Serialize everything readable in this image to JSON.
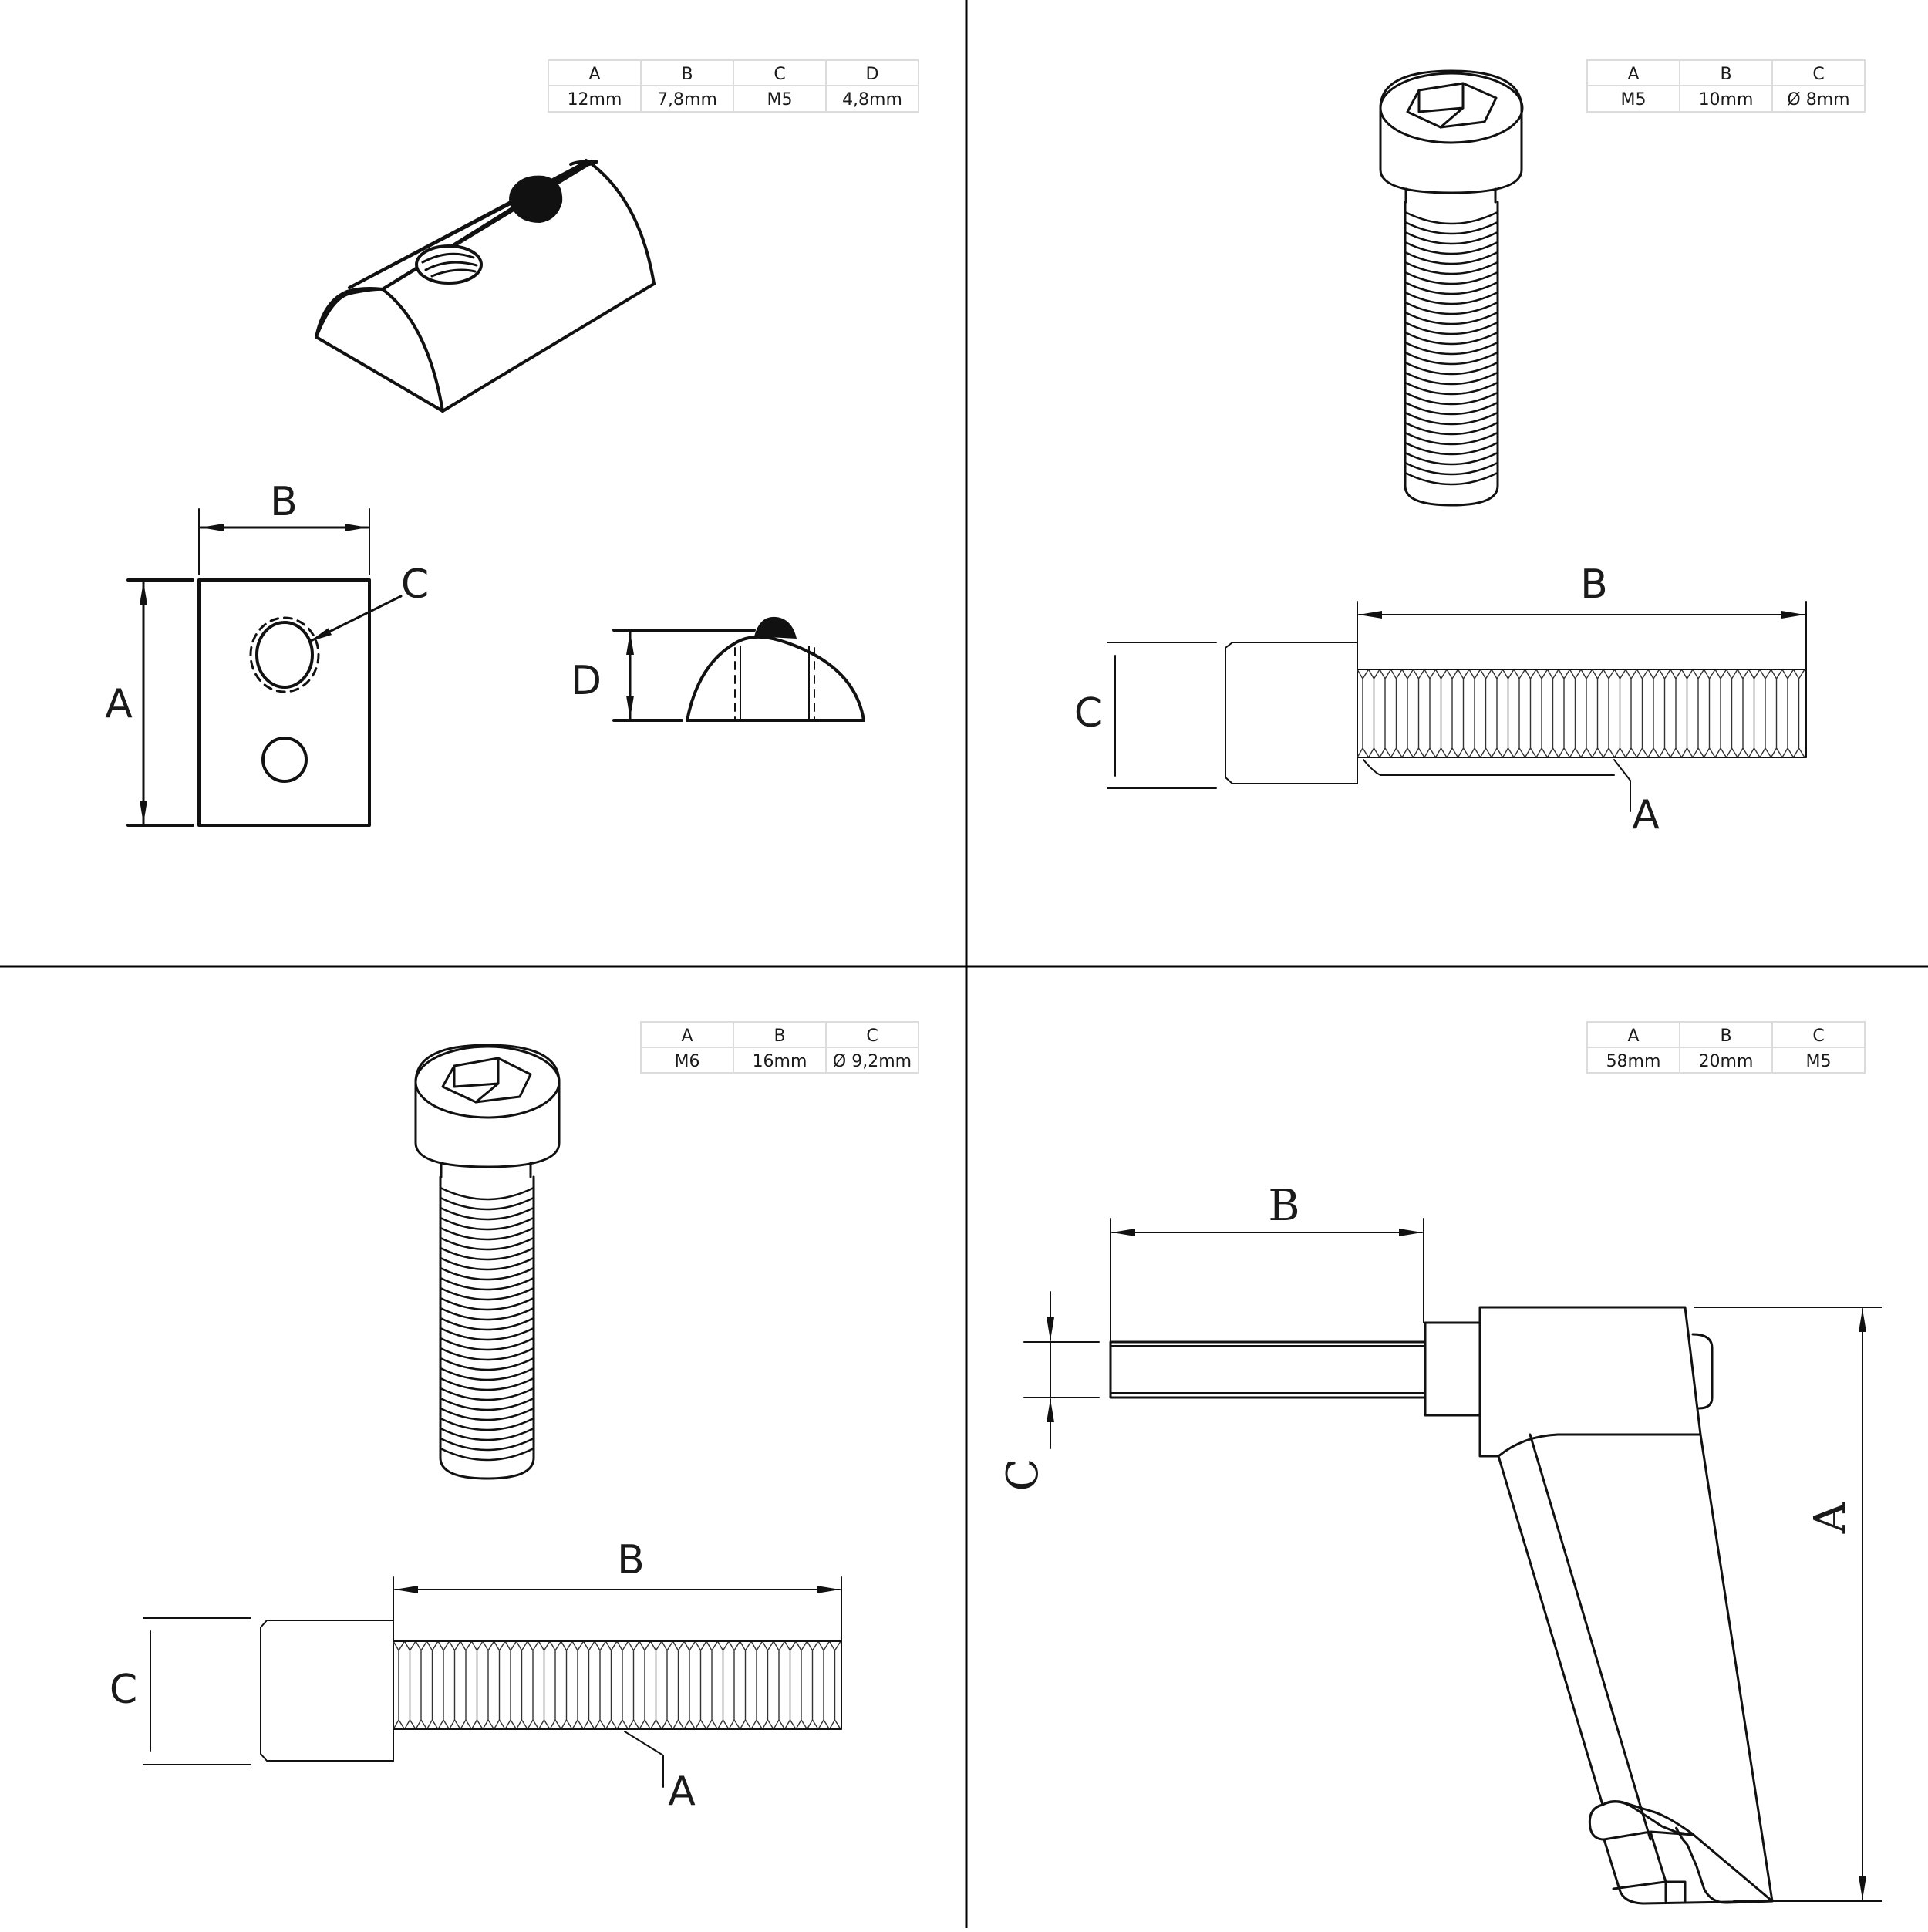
{
  "layout": {
    "divider_color": "#000000",
    "line_color": "#111111",
    "table_border_color": "#dcdcdc"
  },
  "panels": [
    {
      "id": "slide-in-t-nut",
      "table": {
        "headers": [
          "A",
          "B",
          "C",
          "D"
        ],
        "values": [
          "12mm",
          "7,8mm",
          "M5",
          "4,8mm"
        ]
      },
      "dimension_labels": {
        "a": "A",
        "b": "B",
        "c": "C",
        "d": "D"
      }
    },
    {
      "id": "socket-cap-screw-m5",
      "table": {
        "headers": [
          "A",
          "B",
          "C"
        ],
        "values": [
          "M5",
          "10mm",
          "Ø 8mm"
        ]
      },
      "dimension_labels": {
        "a": "A",
        "b": "B",
        "c": "C"
      }
    },
    {
      "id": "socket-cap-screw-m6",
      "table": {
        "headers": [
          "A",
          "B",
          "C"
        ],
        "values": [
          "M6",
          "16mm",
          "Ø 9,2mm"
        ]
      },
      "dimension_labels": {
        "a": "A",
        "b": "B",
        "c": "C"
      }
    },
    {
      "id": "clamping-lever",
      "table": {
        "headers": [
          "A",
          "B",
          "C"
        ],
        "values": [
          "58mm",
          "20mm",
          "M5"
        ]
      },
      "dimension_labels": {
        "a": "A",
        "b": "B",
        "c": "C"
      }
    }
  ]
}
